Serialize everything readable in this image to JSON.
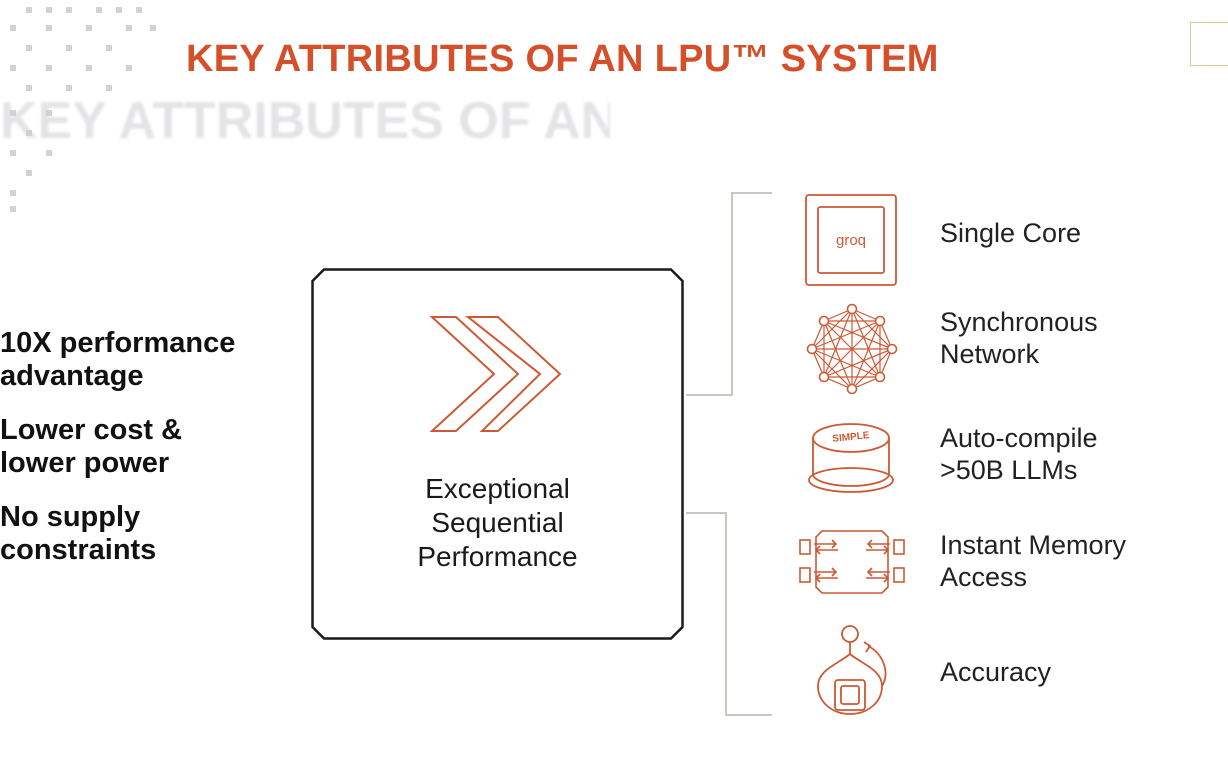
{
  "title": "KEY ATTRIBUTES OF AN LPU™ SYSTEM",
  "benefits": [
    {
      "line1": "10X performance",
      "line2": "advantage"
    },
    {
      "line1": "Lower cost &",
      "line2": "lower power"
    },
    {
      "line1": "No supply",
      "line2": "constraints"
    }
  ],
  "center": {
    "line1": "Exceptional",
    "line2": "Sequential",
    "line3": "Performance",
    "icon": "double-chevron-icon"
  },
  "attributes": [
    {
      "icon": "groq-chip-icon",
      "chip_text": "groq",
      "line1": "Single Core",
      "line2": ""
    },
    {
      "icon": "network-mesh-icon",
      "line1": "Synchronous",
      "line2": "Network"
    },
    {
      "icon": "simple-button-icon",
      "button_text": "SIMPLE",
      "line1": "Auto-compile",
      "line2": ">50B LLMs"
    },
    {
      "icon": "memory-access-icon",
      "line1": "Instant Memory",
      "line2": "Access"
    },
    {
      "icon": "accuracy-icon",
      "line1": "Accuracy",
      "line2": ""
    }
  ],
  "colors": {
    "accent": "#d4502a",
    "icon_stroke": "#cc5a35",
    "text": "#111111",
    "connector": "#c9c6bf",
    "frame": "#d8c79a"
  }
}
